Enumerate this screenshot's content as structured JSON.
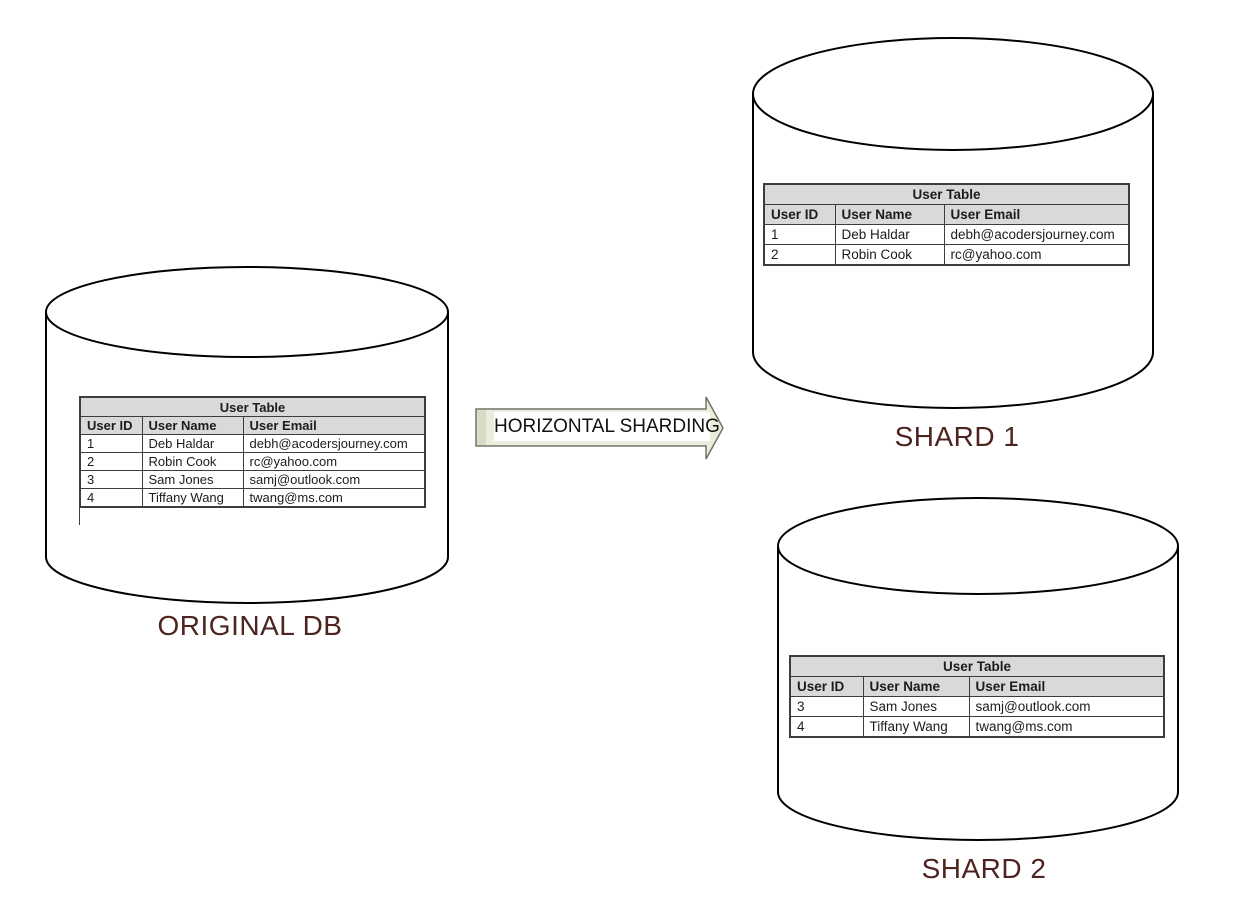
{
  "original_db": {
    "label": "ORIGINAL DB",
    "table": {
      "title": "User Table",
      "headers": [
        "User ID",
        "User Name",
        "User Email"
      ],
      "rows": [
        [
          "1",
          "Deb Haldar",
          "debh@acodersjourney.com"
        ],
        [
          "2",
          "Robin Cook",
          "rc@yahoo.com"
        ],
        [
          "3",
          "Sam Jones",
          "samj@outlook.com"
        ],
        [
          "4",
          "Tiffany Wang",
          "twang@ms.com"
        ]
      ]
    }
  },
  "shard1": {
    "label": "SHARD 1",
    "table": {
      "title": "User Table",
      "headers": [
        "User ID",
        "User Name",
        "User Email"
      ],
      "rows": [
        [
          "1",
          "Deb Haldar",
          "debh@acodersjourney.com"
        ],
        [
          "2",
          "Robin Cook",
          "rc@yahoo.com"
        ]
      ]
    }
  },
  "shard2": {
    "label": "SHARD 2",
    "table": {
      "title": "User Table",
      "headers": [
        "User ID",
        "User Name",
        "User Email"
      ],
      "rows": [
        [
          "3",
          "Sam Jones",
          "samj@outlook.com"
        ],
        [
          "4",
          "Tiffany Wang",
          "twang@ms.com"
        ]
      ]
    }
  },
  "arrow": {
    "label": "HORIZONTAL SHARDING"
  },
  "colors": {
    "label_text": "#4d2420",
    "table_header_bg": "#d9d9d9",
    "table_border": "#3d3d3d",
    "arrow_fill": "#eaecdc",
    "arrow_edge_shade": "#d8dbc6",
    "arrow_outline": "#72726a",
    "cylinder_stroke": "#000000"
  }
}
